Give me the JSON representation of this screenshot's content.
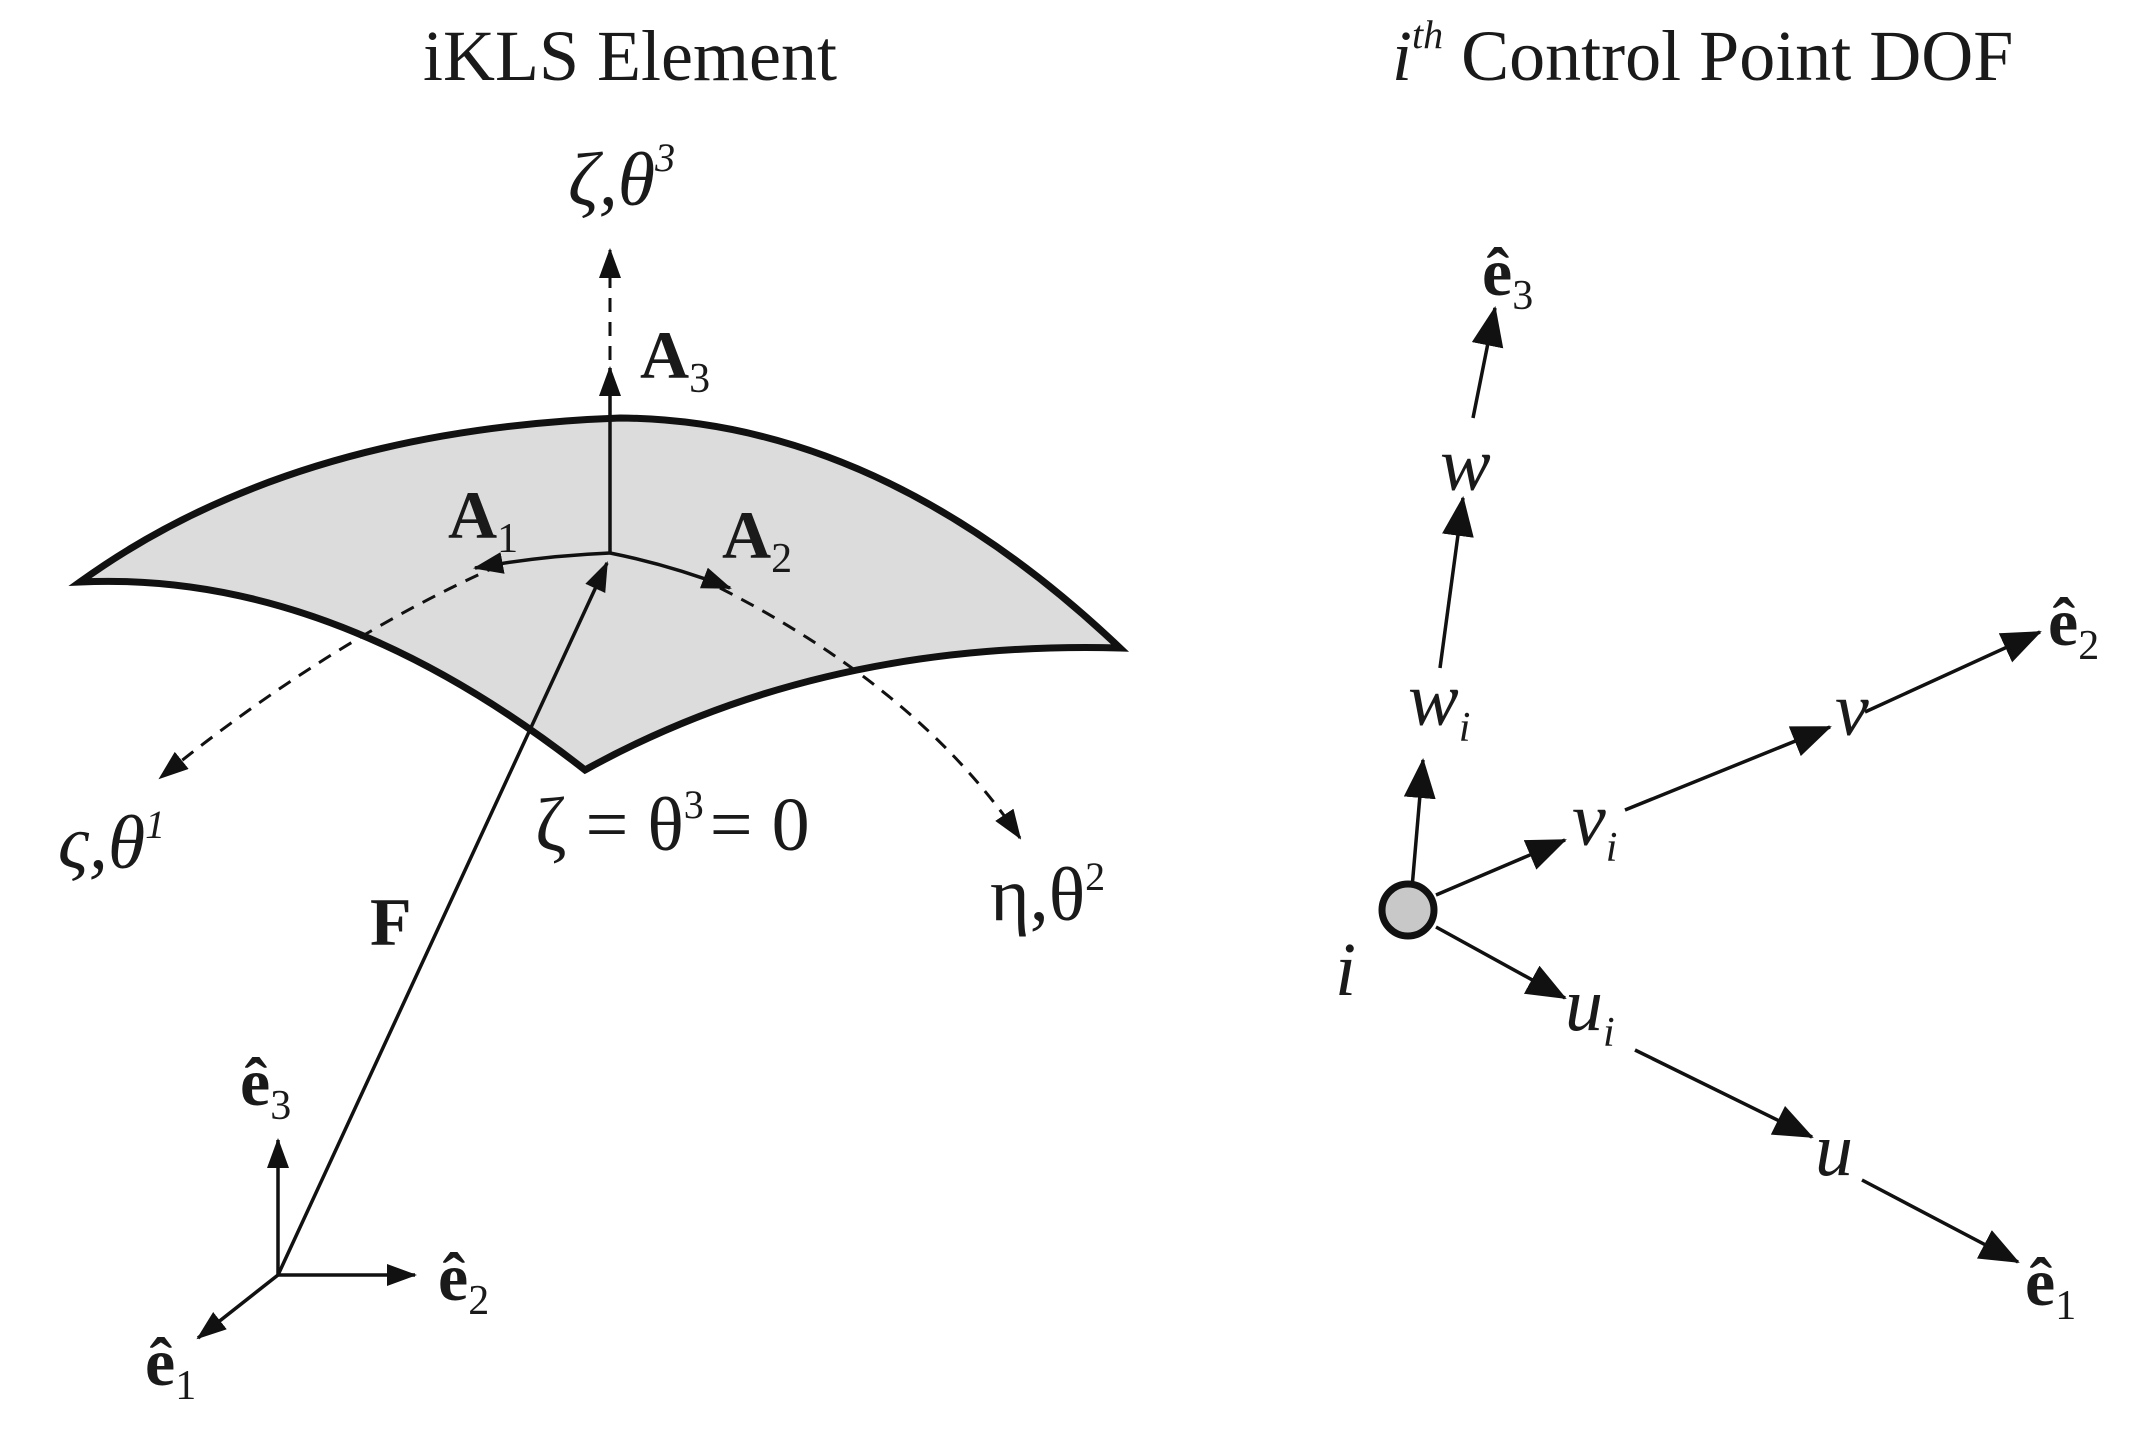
{
  "left_panel": {
    "title": "iKLS Element",
    "axis_top": {
      "sym": "ζ,θ",
      "sup": "3"
    },
    "axis_left": {
      "sym": "ς,θ",
      "sup": "1"
    },
    "axis_right": {
      "sym": "η,θ",
      "sup": "2"
    },
    "surface_eq": {
      "a": "ζ = θ",
      "sup": "3",
      "b": "= 0"
    },
    "vec_A1": {
      "base": "A",
      "sub": "1"
    },
    "vec_A2": {
      "base": "A",
      "sub": "2"
    },
    "vec_A3": {
      "base": "A",
      "sub": "3"
    },
    "vec_F": "F",
    "e1": {
      "base": "ê",
      "sub": "1"
    },
    "e2": {
      "base": "ê",
      "sub": "2"
    },
    "e3": {
      "base": "ê",
      "sub": "3"
    },
    "surface_fill": "#dcdcdc"
  },
  "right_panel": {
    "title": {
      "i": "i",
      "sup": "th",
      "rest": " Control Point DOF"
    },
    "node_label": "i",
    "w": "w",
    "w_i": {
      "base": "w",
      "sub": "i"
    },
    "v": "v",
    "v_i": {
      "base": "v",
      "sub": "i"
    },
    "u": "u",
    "u_i": {
      "base": "u",
      "sub": "i"
    },
    "e1": {
      "base": "ê",
      "sub": "1"
    },
    "e2": {
      "base": "ê",
      "sub": "2"
    },
    "e3": {
      "base": "ê",
      "sub": "3"
    },
    "node_fill": "#c8c8c8"
  }
}
